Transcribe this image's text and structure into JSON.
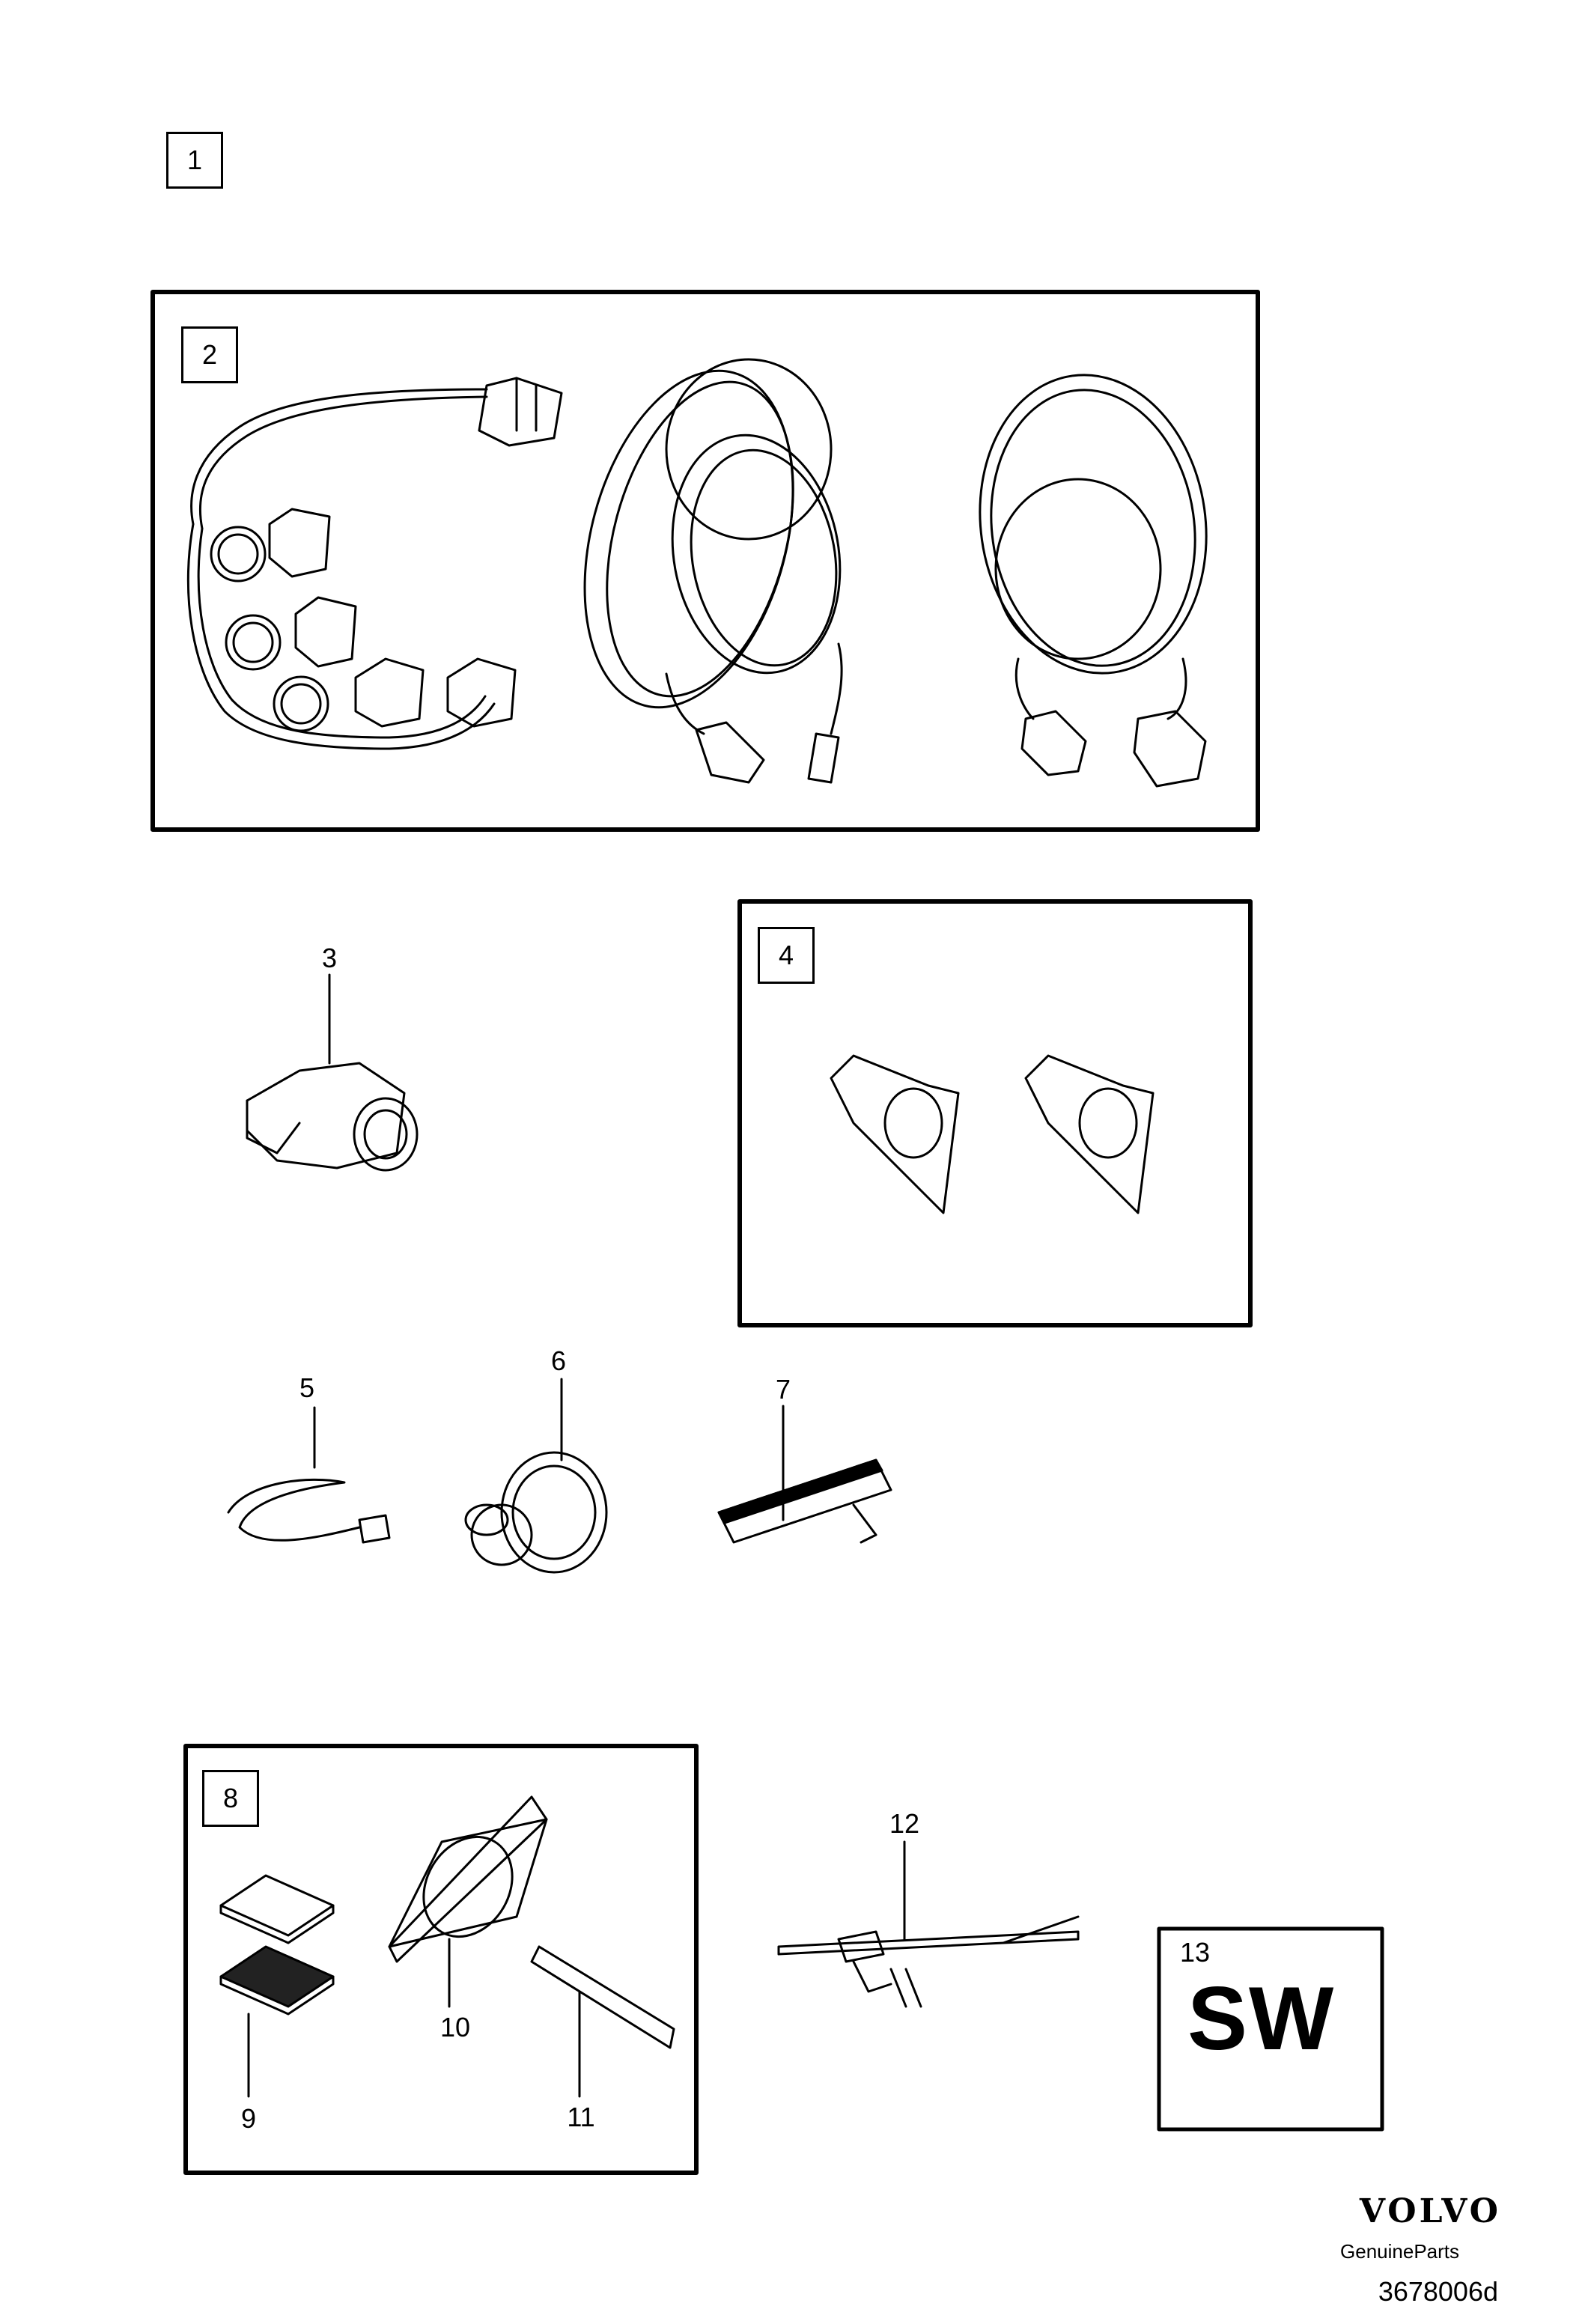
{
  "labels": {
    "item1": "1",
    "item2": "2",
    "item3": "3",
    "item4": "4",
    "item5": "5",
    "item6": "6",
    "item7": "7",
    "item8": "8",
    "item9": "9",
    "item10": "10",
    "item11": "11",
    "item12": "12",
    "item13": "13"
  },
  "software_label": "SW",
  "brand": {
    "name": "VOLVO",
    "tagline": "GenuineParts",
    "diagram_number": "3678006d"
  }
}
